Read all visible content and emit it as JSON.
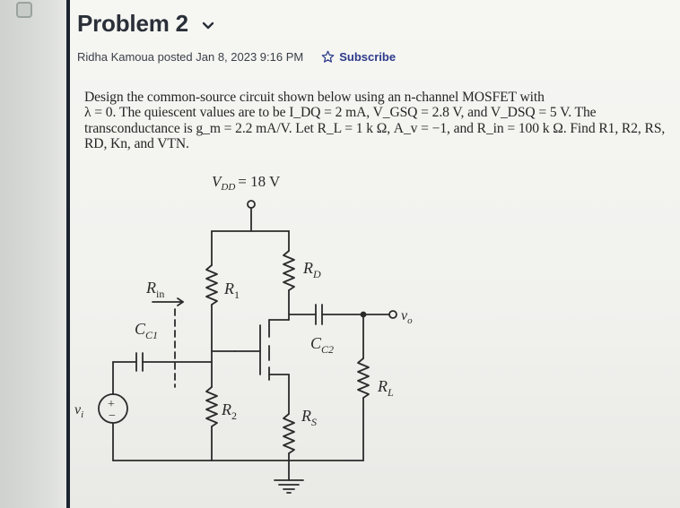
{
  "post": {
    "title": "Problem 2",
    "author_line": "Ridha Kamoua posted Jan 8, 2023 9:16 PM",
    "subscribe_label": "Subscribe"
  },
  "problem": {
    "line1": "Design the common-source circuit shown below using an n-channel MOSFET with",
    "line2": "λ = 0. The quiescent values are to be I_DQ = 2 mA, V_GSQ = 2.8 V, and V_DSQ = 5 V. The",
    "line3": "transconductance is g_m = 2.2 mA/V. Let R_L = 1 k Ω, A_v = −1, and R_in = 100 k Ω. Find R1, R2, RS,",
    "line4": "RD, Kn, and VTN."
  },
  "circuit": {
    "vdd_label": "V",
    "vdd_sub": "DD",
    "vdd_value": "= 18 V",
    "rd": "R",
    "rd_sub": "D",
    "r1": "R",
    "r1_sub": "1",
    "r2": "R",
    "r2_sub": "2",
    "rs": "R",
    "rs_sub": "S",
    "rl": "R",
    "rl_sub": "L",
    "rin": "R",
    "rin_sub": "in",
    "cc1": "C",
    "cc1_sub": "C1",
    "cc2": "C",
    "cc2_sub": "C2",
    "vo": "v",
    "vo_sub": "o",
    "vi": "v",
    "vi_sub": "i",
    "plus": "+",
    "minus": "−"
  },
  "colors": {
    "accent": "#2c3a8a",
    "divider": "#1b2330",
    "ink": "#262626"
  }
}
